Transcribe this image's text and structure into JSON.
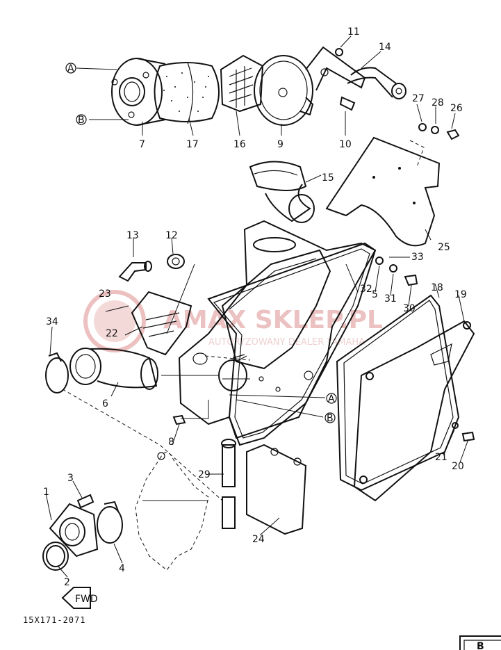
{
  "diagram": {
    "code": "15X171-2071",
    "watermark": {
      "name": "AMAX SKLEP.PL",
      "tagline": "AUTORYZOWANY DEALER YAMAHA"
    },
    "callouts": [
      "1",
      "2",
      "3",
      "4",
      "5",
      "6",
      "7",
      "8",
      "9",
      "10",
      "11",
      "12",
      "13",
      "14",
      "15",
      "16",
      "17",
      "18",
      "19",
      "20",
      "21",
      "22",
      "23",
      "24",
      "25",
      "26",
      "27",
      "28",
      "29",
      "30",
      "31",
      "32",
      "33",
      "34"
    ],
    "refs": [
      "A",
      "B"
    ],
    "direction_mark": "FWD",
    "corner_tab": "B"
  }
}
